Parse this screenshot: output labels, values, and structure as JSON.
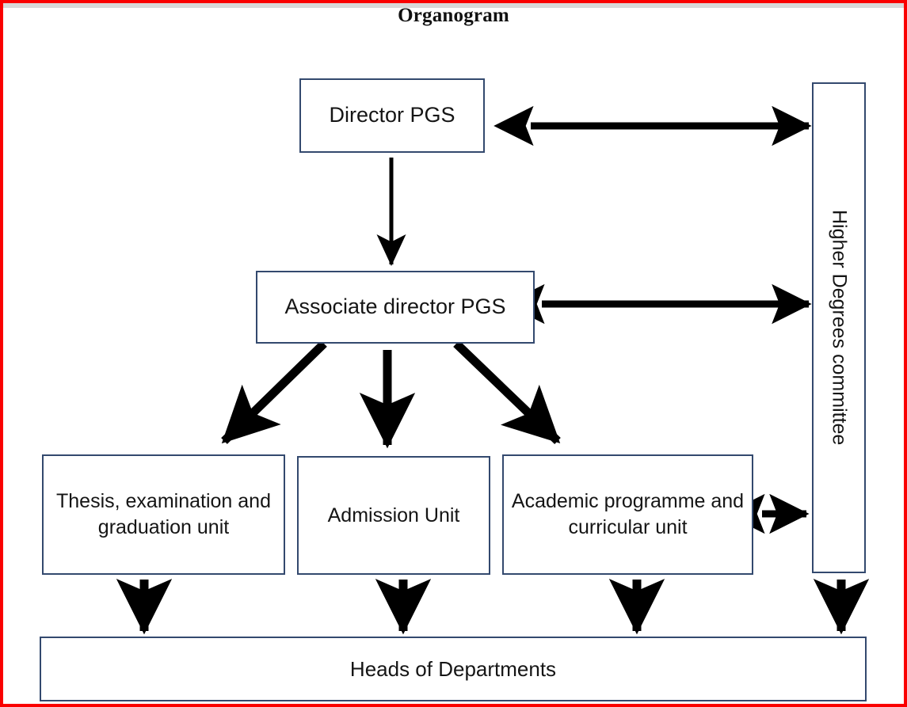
{
  "page": {
    "title": "Organogram",
    "border_color": "#fa0000",
    "box_border_color": "#33496e",
    "background": "#ffffff",
    "arrow_color": "#000000"
  },
  "nodes": {
    "director": "Director PGS",
    "associate_director": "Associate director PGS",
    "thesis_unit": "Thesis, examination and graduation unit",
    "admission_unit": "Admission Unit",
    "academic_unit": "Academic programme and curricular unit",
    "heads_of_departments": "Heads of Departments",
    "higher_degrees_committee": "Higher Degrees committee"
  },
  "chart_data": {
    "type": "diagram",
    "title": "Organogram",
    "nodes": [
      {
        "id": "director",
        "label": "Director PGS",
        "level": 1
      },
      {
        "id": "associate_director",
        "label": "Associate director PGS",
        "level": 2
      },
      {
        "id": "thesis_unit",
        "label": "Thesis, examination and graduation unit",
        "level": 3
      },
      {
        "id": "admission_unit",
        "label": "Admission Unit",
        "level": 3
      },
      {
        "id": "academic_unit",
        "label": "Academic programme and curricular unit",
        "level": 3
      },
      {
        "id": "higher_degrees_committee",
        "label": "Higher Degrees committee",
        "level": 0
      },
      {
        "id": "heads_of_departments",
        "label": "Heads of Departments",
        "level": 4
      }
    ],
    "edges": [
      {
        "from": "director",
        "to": "higher_degrees_committee",
        "style": "double-arrow"
      },
      {
        "from": "director",
        "to": "associate_director",
        "style": "arrow-down"
      },
      {
        "from": "associate_director",
        "to": "thesis_unit",
        "style": "arrow-diagonal-left"
      },
      {
        "from": "associate_director",
        "to": "admission_unit",
        "style": "arrow-down"
      },
      {
        "from": "associate_director",
        "to": "academic_unit",
        "style": "arrow-diagonal-right"
      },
      {
        "from": "associate_director",
        "to": "higher_degrees_committee",
        "style": "double-arrow"
      },
      {
        "from": "academic_unit",
        "to": "higher_degrees_committee",
        "style": "double-arrow"
      },
      {
        "from": "thesis_unit",
        "to": "heads_of_departments",
        "style": "arrow-down"
      },
      {
        "from": "admission_unit",
        "to": "heads_of_departments",
        "style": "arrow-down"
      },
      {
        "from": "academic_unit",
        "to": "heads_of_departments",
        "style": "arrow-down"
      },
      {
        "from": "higher_degrees_committee",
        "to": "heads_of_departments",
        "style": "arrow-down"
      }
    ]
  }
}
